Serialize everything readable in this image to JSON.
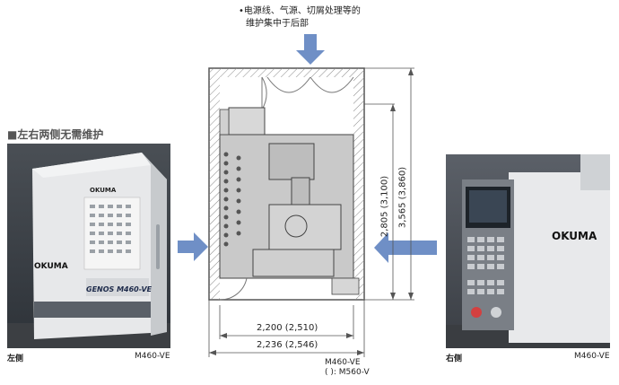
{
  "top_note": {
    "line1": "•电源线、气源、切屑处理等的",
    "line2": "维护集中于后部"
  },
  "side_note": "■左右两侧无需维护",
  "left_photo": {
    "brand_top": "OKUMA",
    "brand_left": "OKUMA",
    "model_badge": "GENOS M460-VE",
    "caption_side": "左侧",
    "caption_model": "M460-VE"
  },
  "right_photo": {
    "brand": "OKUMA",
    "caption_side": "右侧",
    "caption_model": "M460-VE"
  },
  "drawing": {
    "dim_depth_inner": "2,805 (3,100)",
    "dim_depth_outer": "3,565 (3,860)",
    "dim_width_inner": "2,200 (2,510)",
    "dim_width_outer": "2,236 (2,546)",
    "model_line1": "M460-VE",
    "model_line2": "(   ): M560-V"
  },
  "colors": {
    "arrow": "#6f8fc6",
    "machine_fill": "#c9c9c9",
    "hatch": "#888888"
  }
}
